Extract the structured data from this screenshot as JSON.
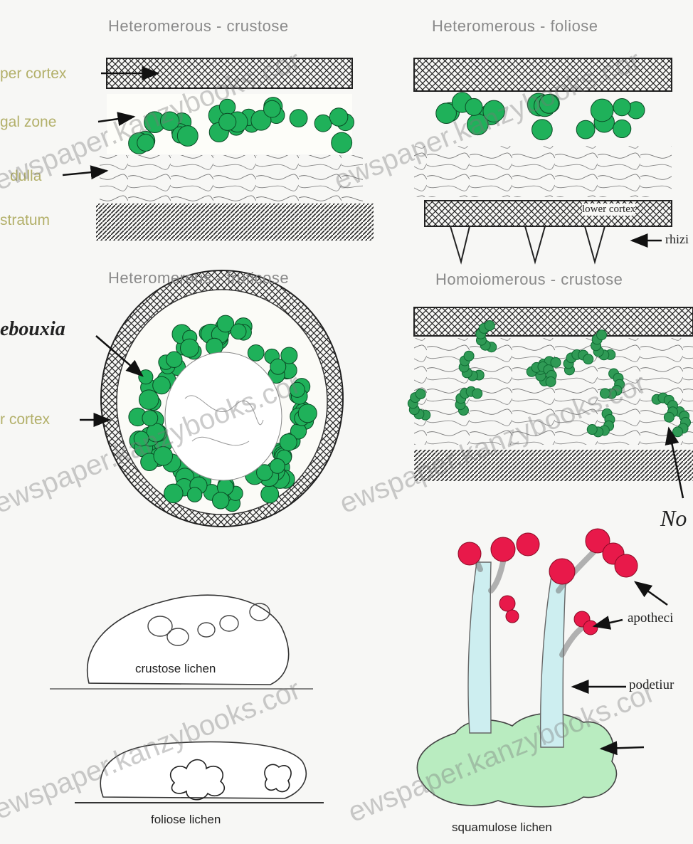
{
  "titles": {
    "het_crustose": "Heteromerous - crustose",
    "het_foliose": "Heteromerous - foliose",
    "het_fruticose": "Heteromerous - fruticose",
    "homo_crustose": "Homoiomerous - crustose"
  },
  "labels": {
    "upper_cortex": "per cortex",
    "algal_zone": "gal zone",
    "medulla": "dulla",
    "substratum": "stratum",
    "lower_cortex": "lower cortex",
    "rhizines": "rhizi",
    "trebouxia": "ebouxia",
    "outer_cortex": "r cortex",
    "nostoc": "No",
    "apothecia": "apotheci",
    "podetium": "podetiur"
  },
  "captions": {
    "crustose": "crustose lichen",
    "foliose": "foliose lichen",
    "squamulose": "squamulose lichen"
  },
  "watermarks": {
    "w1": "ewspaper.kanzybooks.cor",
    "w2": "ewspaper.kanzybooks.cor",
    "w3": "ewspaper.kanzybooks.cor",
    "w4": "ewspaper.kanzybooks.cor",
    "w5": "ewspaper.kanzybooks.cor",
    "w6": "ewspaper.kanzybooks.cor"
  },
  "colors": {
    "alga_green": "#1fb15a",
    "alga_dark": "#0f6b33",
    "apothecia_red": "#e8194a",
    "squamule_green": "#b9ecc0",
    "podetium_blue": "#cdeef0"
  }
}
